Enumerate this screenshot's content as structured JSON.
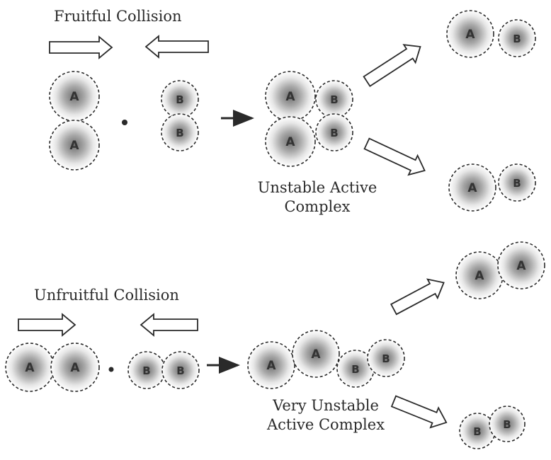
{
  "labels": {
    "fruitful_title": "Fruitful Collision",
    "unfruitful_title": "Unfruitful Collision",
    "unstable_line1": "Unstable Active",
    "unstable_line2": "Complex",
    "very_unstable_line1": "Very Unstable",
    "very_unstable_line2": "Active Complex"
  },
  "atoms": {
    "a": "A",
    "b": "B"
  },
  "colors": {
    "ink": "#2a2a2a",
    "shade_center": "#7a7a7a",
    "shade_edge": "#ffffff"
  }
}
